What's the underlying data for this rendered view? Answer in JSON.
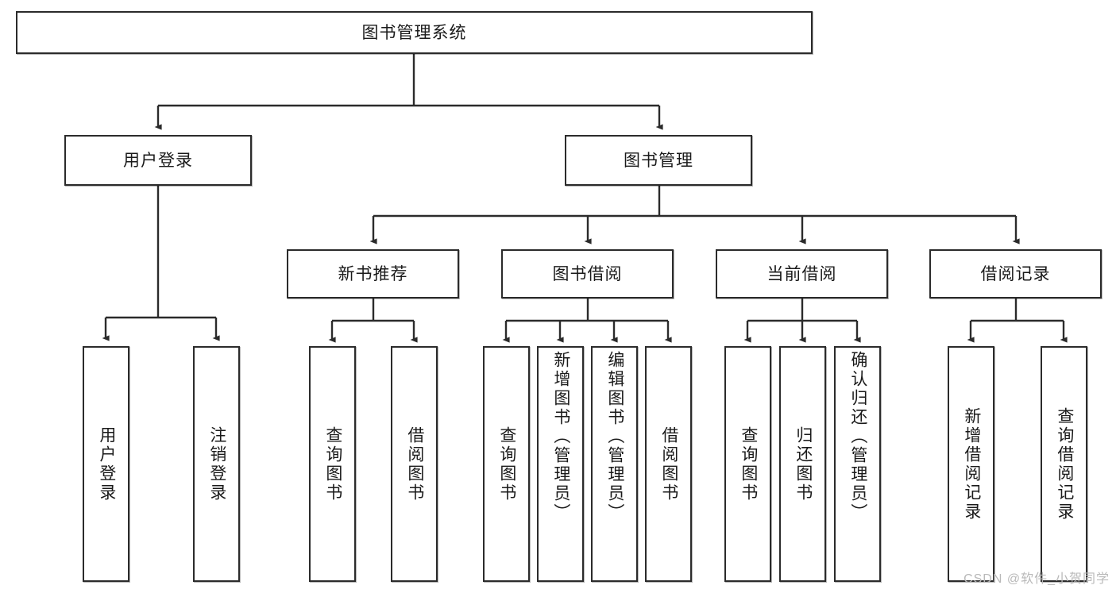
{
  "diagram": {
    "title": "图书管理系统",
    "type": "hierarchy-tree",
    "watermark": "CSDN @软件_小贺同学",
    "nodes": {
      "root": {
        "label": "图书管理系统"
      },
      "level2": [
        {
          "label": "用户登录"
        },
        {
          "label": "图书管理"
        }
      ],
      "level3": [
        {
          "label": "新书推荐"
        },
        {
          "label": "图书借阅"
        },
        {
          "label": "当前借阅"
        },
        {
          "label": "借阅记录"
        }
      ],
      "leaves_user_login": [
        {
          "label": "用户登录"
        },
        {
          "label": "注销登录"
        }
      ],
      "leaves_new_book": [
        {
          "label": "查询图书"
        },
        {
          "label": "借阅图书"
        }
      ],
      "leaves_borrow": [
        {
          "label": "查询图书"
        },
        {
          "label": "新增图书（管理员）"
        },
        {
          "label": "编辑图书（管理员）"
        },
        {
          "label": "借阅图书"
        }
      ],
      "leaves_current": [
        {
          "label": "查询图书"
        },
        {
          "label": "归还图书"
        },
        {
          "label": "确认归还（管理员）"
        }
      ],
      "leaves_record": [
        {
          "label": "新增借阅记录"
        },
        {
          "label": "查询借阅记录"
        }
      ]
    },
    "colors": {
      "stroke": "#2b2b2b",
      "fill": "#ffffff",
      "text": "#1a1a1a",
      "watermark": "#b9b9b9"
    }
  }
}
